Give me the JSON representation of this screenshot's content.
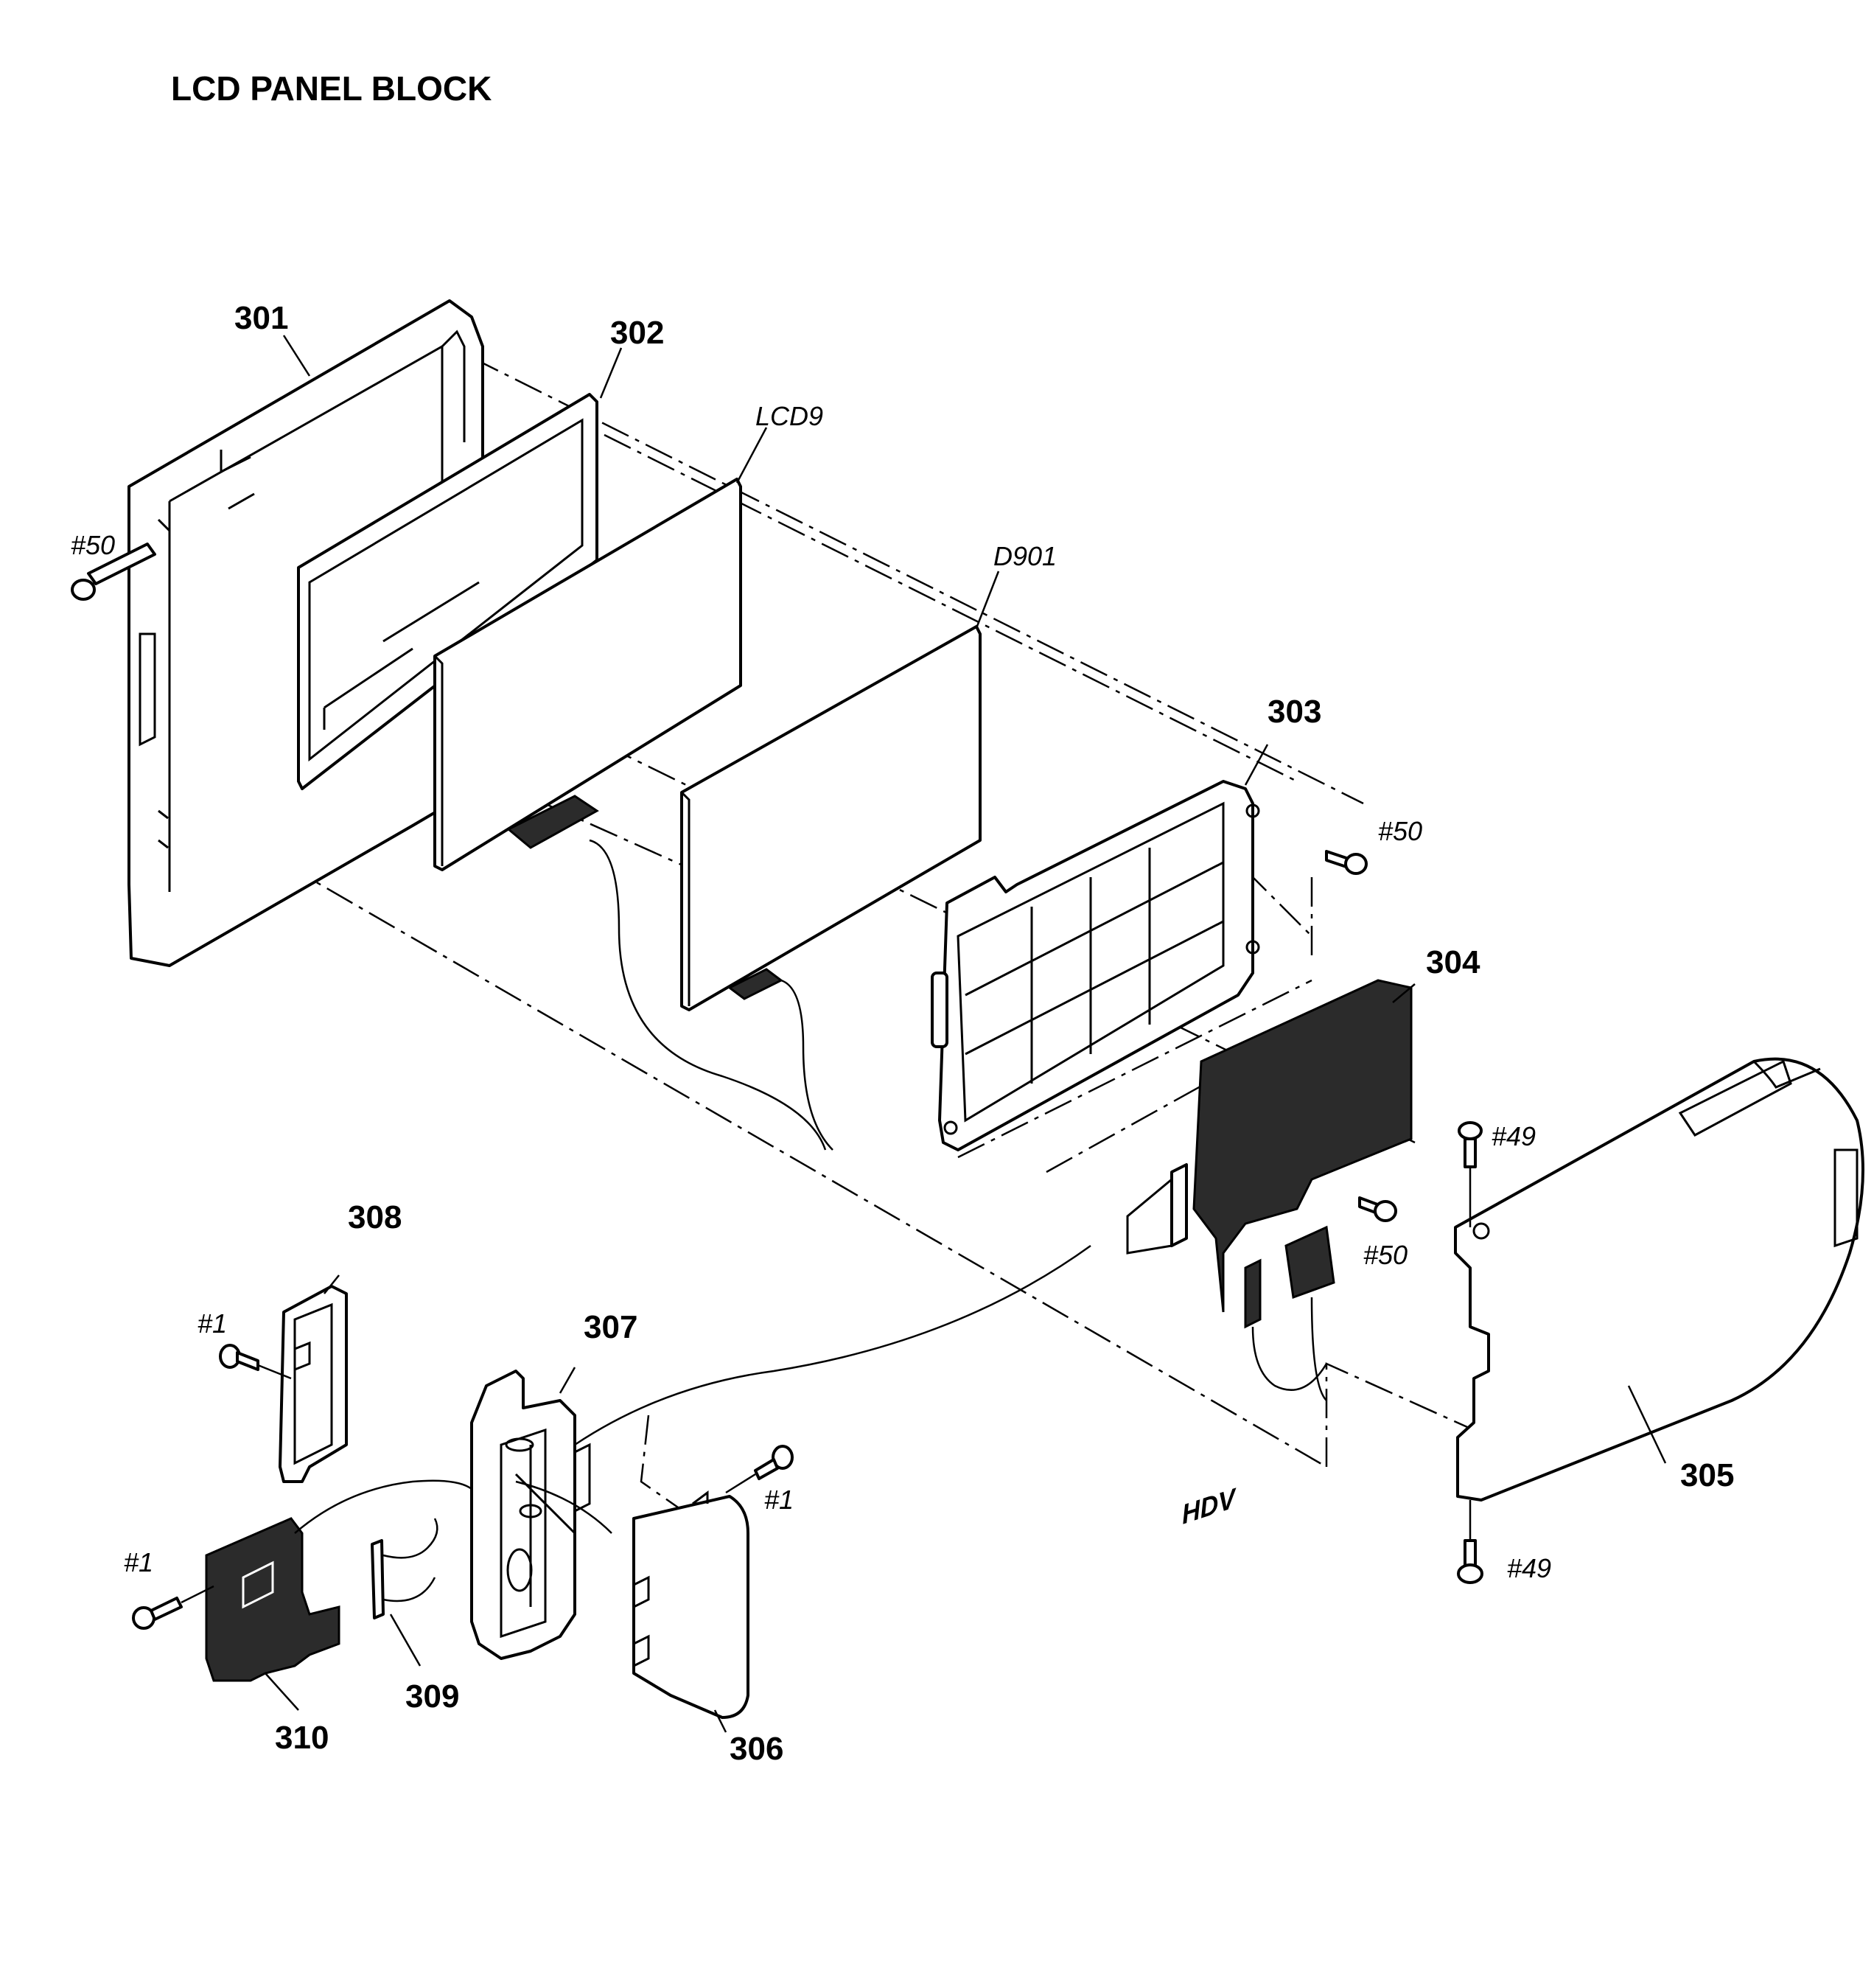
{
  "title": "LCD PANEL BLOCK",
  "part_labels": [
    "301",
    "302",
    "303",
    "304",
    "305",
    "306",
    "307",
    "308",
    "309",
    "310"
  ],
  "ref_labels": {
    "lcd": "LCD9",
    "backlight": "D901",
    "screw_50": "#50",
    "screw_49": "#49",
    "screw_1": "#1"
  },
  "cover_marking": "HDV",
  "colors": {
    "line": "#000000",
    "background": "#ffffff",
    "board_fill": "#2b2b2b"
  }
}
